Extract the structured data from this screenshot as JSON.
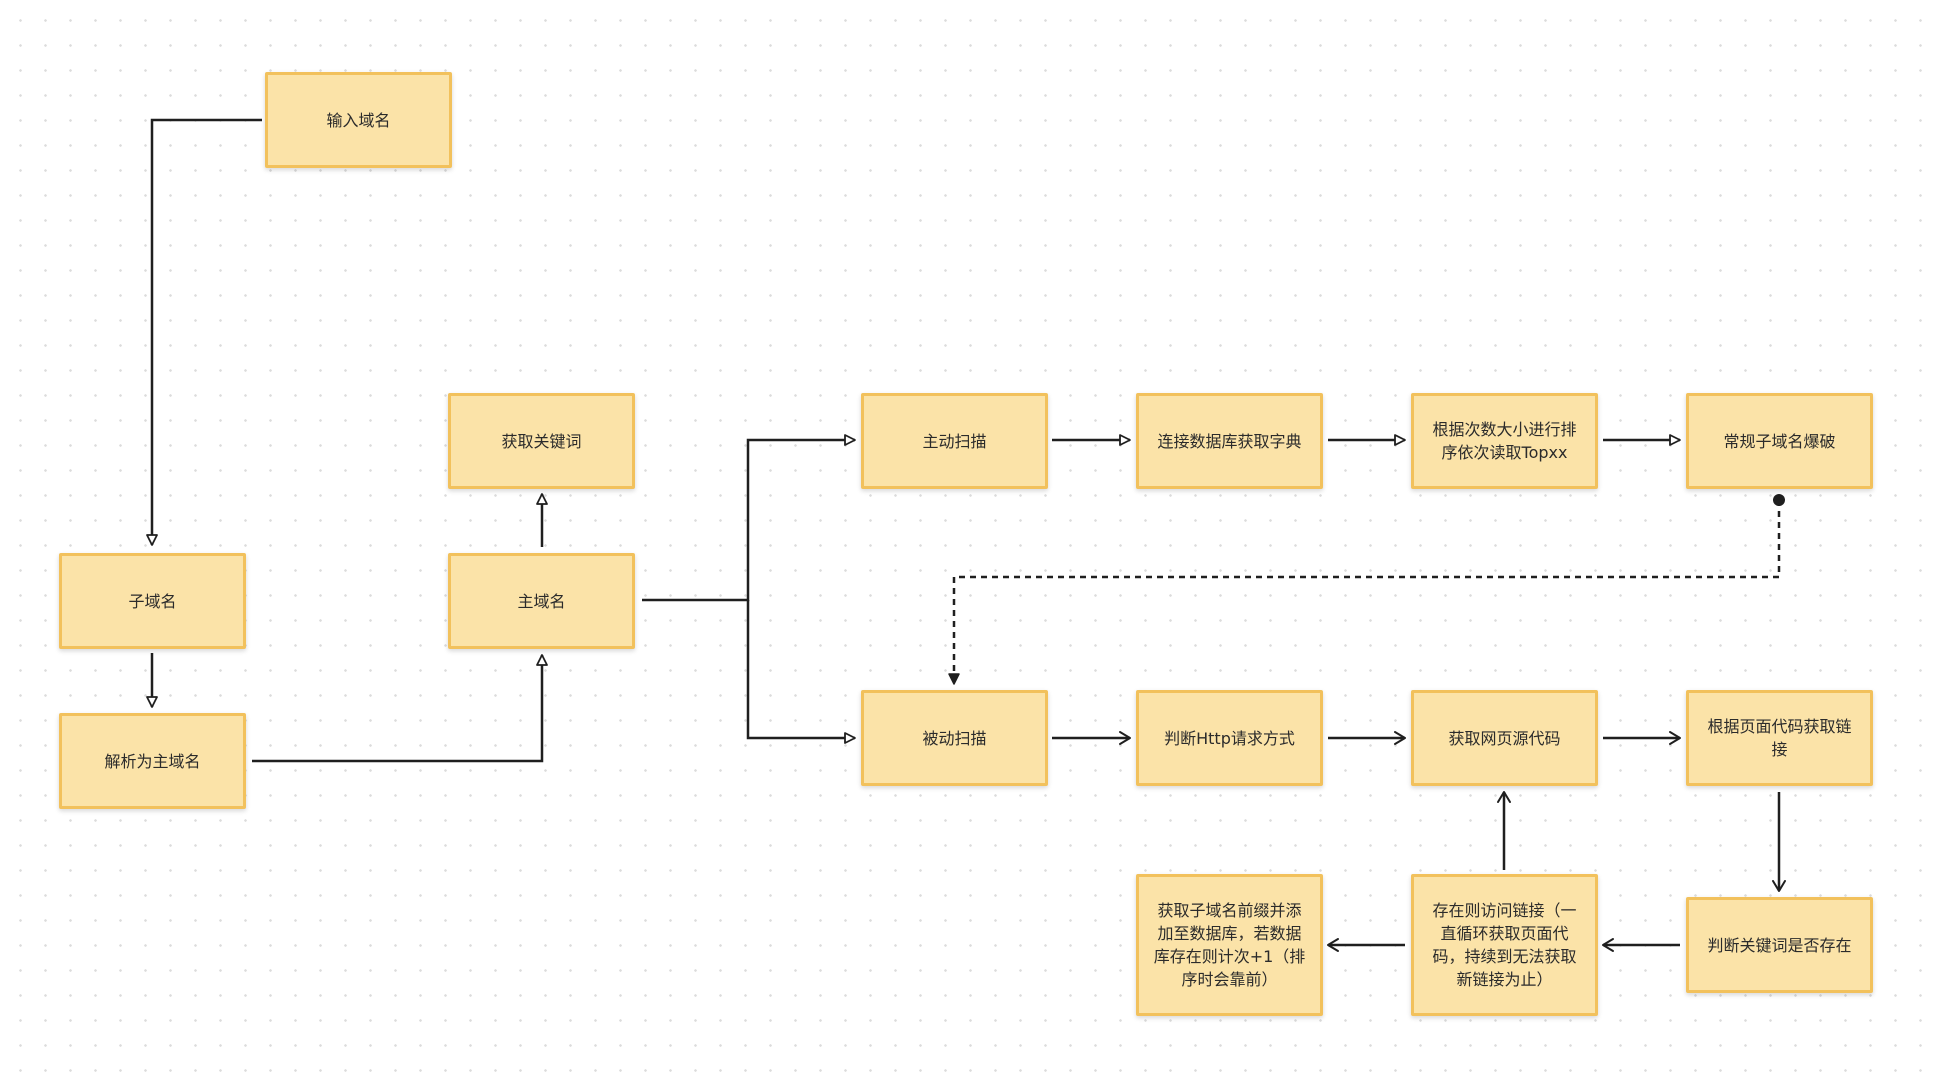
{
  "diagram": {
    "nodes": {
      "input_domain": "输入域名",
      "subdomain": "子域名",
      "parse_main_domain": "解析为主域名",
      "main_domain": "主域名",
      "get_keywords": "获取关键词",
      "active_scan": "主动扫描",
      "connect_db_dict": "连接数据库获取字典",
      "sort_read_top": "根据次数大小进行排序依次读取Topxx",
      "subdomain_bruteforce": "常规子域名爆破",
      "passive_scan": "被动扫描",
      "judge_http_method": "判断Http请求方式",
      "get_page_source": "获取网页源代码",
      "get_links": "根据页面代码获取链接",
      "judge_keyword_exists": "判断关键词是否存在",
      "visit_link_loop": "存在则访问链接（一直循环获取页面代码，持续到无法获取新链接为止）",
      "save_prefix_db": "获取子域名前缀并添加至数据库，若数据库存在则计次+1（排序时会靠前）"
    },
    "colors": {
      "node_fill": "#fbe3a8",
      "node_border": "#f2c15c",
      "connector": "#1f1f1f"
    }
  }
}
